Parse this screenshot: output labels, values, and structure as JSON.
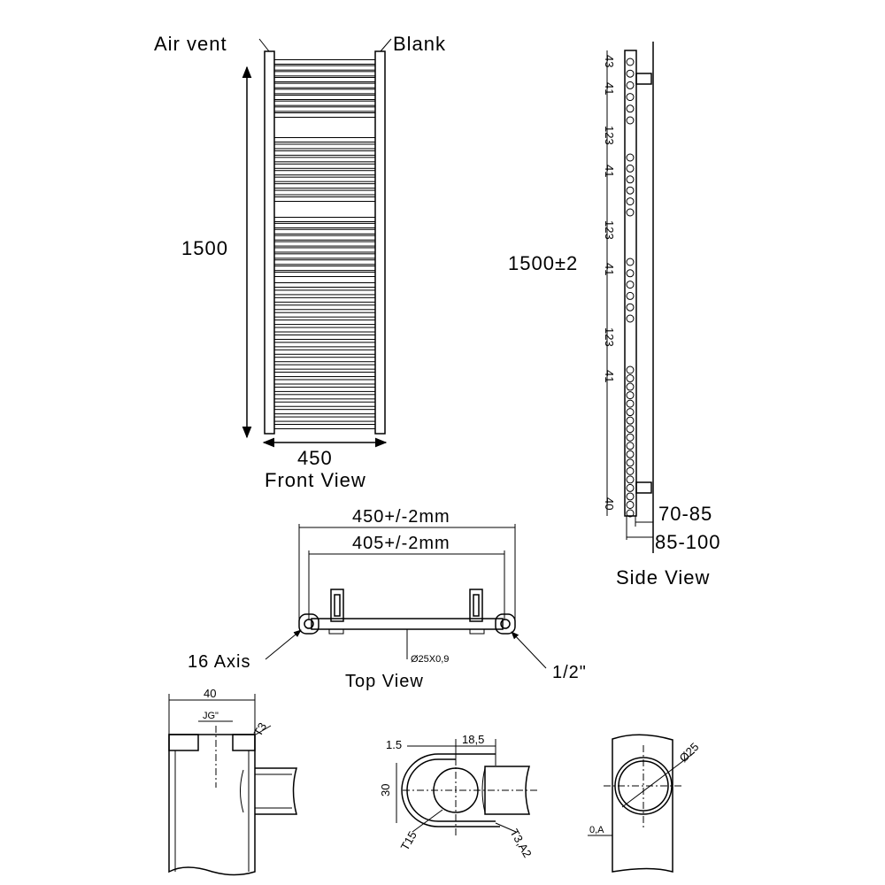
{
  "front_view": {
    "label_air_vent": "Air vent",
    "label_blank": "Blank",
    "height": "1500",
    "width": "450",
    "title": "Front View"
  },
  "side_view": {
    "height": "1500±2",
    "spacings": [
      "43",
      "41",
      "123",
      "41",
      "123",
      "41",
      "123",
      "41",
      "40"
    ],
    "depth_1": "70-85",
    "depth_2": "85-100",
    "title": "Side View"
  },
  "top_view": {
    "outer_width": "450+/-2mm",
    "inner_width": "405+/-2mm",
    "axis": "16 Axis",
    "thread": "1/2\"",
    "tube": "Ø25X0,9",
    "title": "Top View"
  },
  "detail_1": {
    "width": "40",
    "thread": "JG\"",
    "wall": "T3"
  },
  "detail_2": {
    "offset": "1.5",
    "width": "18,5",
    "height": "30",
    "radius": "T15",
    "wall": "T3,A2"
  },
  "detail_3": {
    "diameter": "Ø25",
    "tolerance": "0,A"
  }
}
